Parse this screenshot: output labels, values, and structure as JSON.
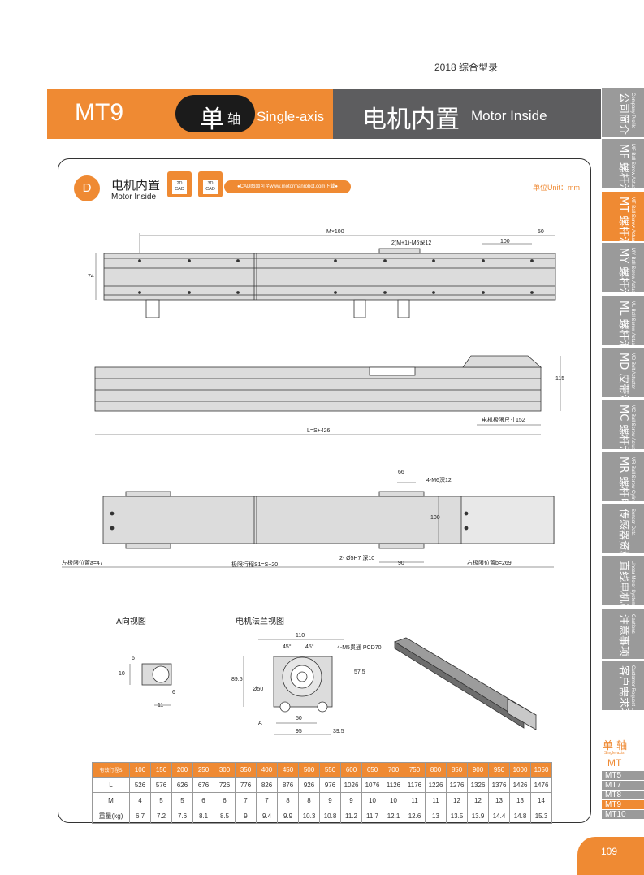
{
  "header": {
    "year_line": "2018  综合型录",
    "model": "MT9",
    "single_big": "单",
    "single_small": "轴",
    "single_en": "Single-axis",
    "motor_cn": "电机内置",
    "motor_en": "Motor Inside"
  },
  "side_tabs": [
    {
      "en": "Company Profile",
      "cn": "公司简介",
      "active": false
    },
    {
      "en": "MF Ball Screw Actuator",
      "cn": "MF 螺杆滑台",
      "active": false
    },
    {
      "en": "MT Ball Screw Actuator",
      "cn": "MT 螺杆滑台",
      "active": true
    },
    {
      "en": "MY Ball Screw Actuator",
      "cn": "MY 螺杆滑台",
      "active": false
    },
    {
      "en": "ML Ball Screw Actuator",
      "cn": "ML 螺杆滑台",
      "active": false
    },
    {
      "en": "MD Belt Actuator",
      "cn": "MD 皮带滑台",
      "active": false
    },
    {
      "en": "MC Ball Screw Actuator",
      "cn": "MC 螺杆滑台",
      "active": false
    },
    {
      "en": "MR Ball Screw Cylinder",
      "cn": "MR 螺杆电缸",
      "active": false
    },
    {
      "en": "Sensor Data",
      "cn": "传感器资料",
      "active": false
    },
    {
      "en": "Linear Motor System",
      "cn": "直线电机产品",
      "active": false
    },
    {
      "en": "Cautions",
      "cn": "注意事项",
      "active": false
    },
    {
      "en": "Customer Request List",
      "cn": "客户需求表",
      "active": false
    }
  ],
  "section": {
    "badge": "D",
    "title_cn": "电机内置",
    "title_en": "Motor Inside",
    "cad_2d": "2D CAD",
    "cad_3d": "3D CAD",
    "cad_note": "●CAD图面可至www.motormanrobot.com下载●",
    "unit": "单位Unit：mm"
  },
  "top_view": {
    "m100": "M×100",
    "hole": "2(M+1)-M6深12",
    "pitch": "100",
    "end": "50",
    "height": "74"
  },
  "side_view": {
    "height": "115",
    "motor_limit": "电机极限尺寸152",
    "length": "L=S+426"
  },
  "bottom_view": {
    "w66": "66",
    "m6": "4-M6深12",
    "w100": "100",
    "pin": "2- Ø5H7 深10",
    "w90": "90",
    "left_limit": "左极限位置a=47",
    "stroke": "极限行程S1=S+20",
    "right_limit": "右极限位置b=269"
  },
  "view_a": {
    "title": "A向视图",
    "d6a": "6",
    "d10": "10",
    "d6b": "6",
    "d11": "11"
  },
  "flange": {
    "title": "电机法兰视图",
    "w110": "110",
    "a45a": "45°",
    "a45b": "45°",
    "m5": "4-M5贯通 PCD70",
    "h89": "89.5",
    "d50": "Ø50",
    "h57": "57.5",
    "w50": "50",
    "w95": "95",
    "w39": "39.5",
    "a_label": "A"
  },
  "spec_table": {
    "header_label": "有效行程S",
    "strokes": [
      "100",
      "150",
      "200",
      "250",
      "300",
      "350",
      "400",
      "450",
      "500",
      "550",
      "600",
      "650",
      "700",
      "750",
      "800",
      "850",
      "900",
      "950",
      "1000",
      "1050"
    ],
    "rows": [
      {
        "label": "L",
        "values": [
          "526",
          "576",
          "626",
          "676",
          "726",
          "776",
          "826",
          "876",
          "926",
          "976",
          "1026",
          "1076",
          "1126",
          "1176",
          "1226",
          "1276",
          "1326",
          "1376",
          "1426",
          "1476"
        ]
      },
      {
        "label": "M",
        "values": [
          "4",
          "5",
          "5",
          "6",
          "6",
          "7",
          "7",
          "8",
          "8",
          "9",
          "9",
          "10",
          "10",
          "11",
          "11",
          "12",
          "12",
          "13",
          "13",
          "14"
        ]
      },
      {
        "label": "重量(kg)",
        "values": [
          "6.7",
          "7.2",
          "7.6",
          "8.1",
          "8.5",
          "9",
          "9.4",
          "9.9",
          "10.3",
          "10.8",
          "11.2",
          "11.7",
          "12.1",
          "12.6",
          "13",
          "13.5",
          "13.9",
          "14.4",
          "14.8",
          "15.3"
        ]
      }
    ]
  },
  "series_nav": {
    "cn": "单 轴",
    "en": "Single-axis",
    "code": "MT",
    "models": [
      {
        "name": "MT5",
        "active": false
      },
      {
        "name": "MT7",
        "active": false
      },
      {
        "name": "MT8",
        "active": false
      },
      {
        "name": "MT9",
        "active": true
      },
      {
        "name": "MT10",
        "active": false
      }
    ]
  },
  "page_number": "109"
}
